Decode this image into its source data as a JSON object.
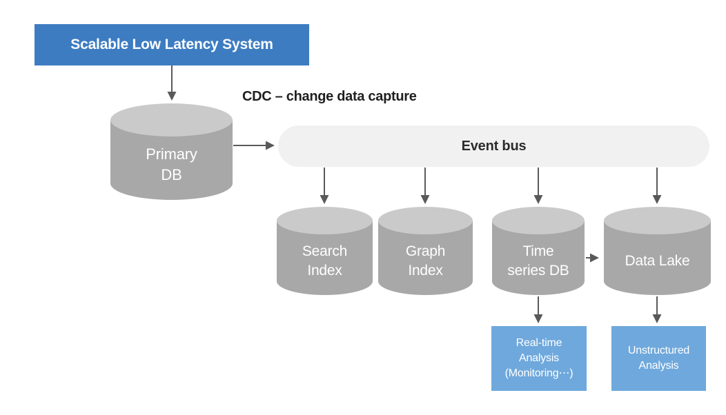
{
  "diagram": {
    "title_box": {
      "label": "Scalable Low Latency System"
    },
    "cdc_label": "CDC – change data capture",
    "event_bus": {
      "label": "Event bus"
    },
    "cylinders": {
      "primary": {
        "line1": "Primary",
        "line2": "DB"
      },
      "search": {
        "line1": "Search",
        "line2": "Index"
      },
      "graph": {
        "line1": "Graph",
        "line2": "Index"
      },
      "timeseries": {
        "line1": "Time",
        "line2": "series DB"
      },
      "datalake": {
        "line1": "Data Lake",
        "line2": ""
      }
    },
    "analysis_boxes": {
      "realtime": {
        "line1": "Real-time",
        "line2": "Analysis",
        "line3": "(Monitoring⋯)"
      },
      "unstructured": {
        "line1": "Unstructured",
        "line2": "Analysis",
        "line3": ""
      }
    },
    "colors": {
      "primary_blue": "#3D7CC1",
      "light_blue": "#6FA8DC",
      "cylinder_body": "#A8A8A8",
      "cylinder_top": "#CACACA",
      "event_bus_bg": "#F1F1F1",
      "arrow": "#595959",
      "text_dark": "#1F1F1F",
      "white": "#FFFFFF"
    }
  }
}
